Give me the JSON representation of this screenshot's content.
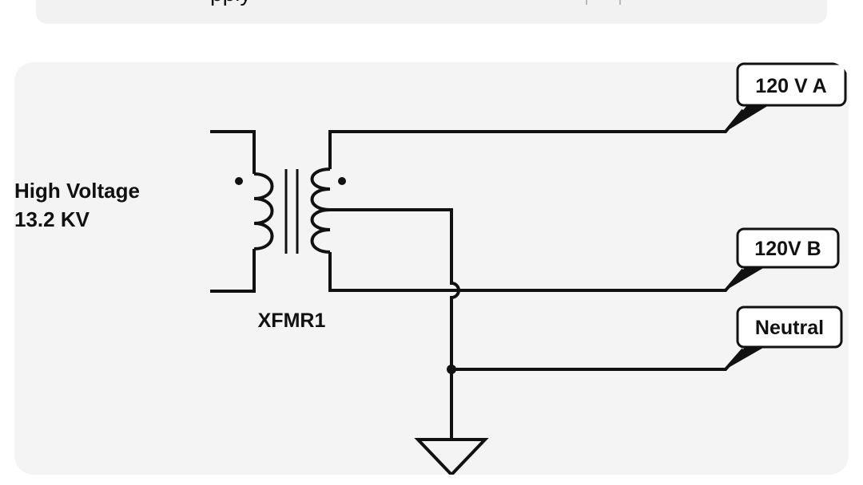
{
  "top_card": {
    "partial_text": "pply"
  },
  "diagram": {
    "source_label_line1": "High Voltage",
    "source_label_line2": "13.2 KV",
    "transformer_label": "XFMR1",
    "outputs": [
      {
        "label": "120 V A"
      },
      {
        "label": "120V B"
      },
      {
        "label": "Neutral"
      }
    ],
    "colors": {
      "wire": "#111111",
      "background": "#f4f4f4",
      "tag_fill": "#ffffff"
    }
  }
}
